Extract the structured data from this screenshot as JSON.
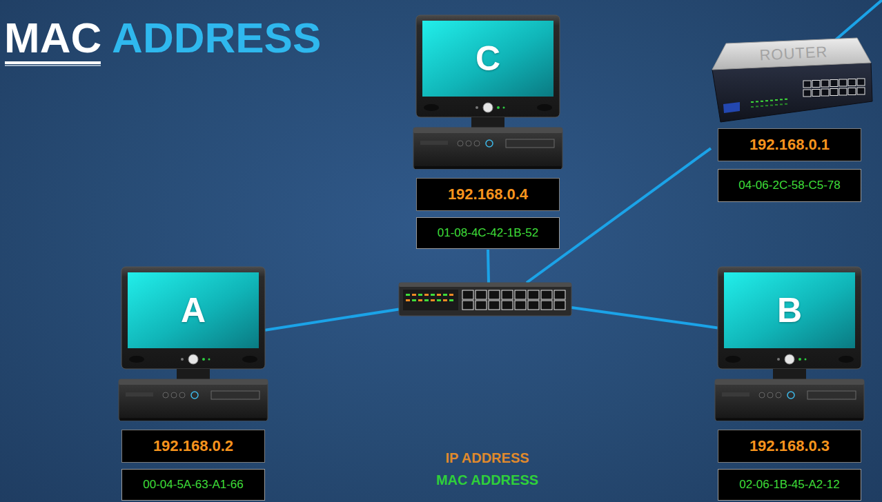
{
  "diagram": {
    "title": "MAC ADDRESS",
    "nodes": [
      {
        "text": [
          "C",
          "192.168.0.4",
          "01-08-4C-42-1B-52"
        ]
      },
      {
        "text": [
          "ROUTER",
          "192.168.0.1",
          "04-06-2C-58-C5-78"
        ]
      },
      {
        "text": []
      },
      {
        "text": [
          "A",
          "192.168.0.2",
          "00-04-5A-63-A1-66"
        ]
      },
      {
        "text": [
          "B",
          "192.168.0.3",
          "02-06-1B-45-A2-12"
        ]
      }
    ],
    "edges": [
      {
        "from": 2,
        "to": 0,
        "arrow": "none"
      },
      {
        "from": 2,
        "to": 1,
        "arrow": "none"
      },
      {
        "from": 2,
        "to": 3,
        "arrow": "none"
      },
      {
        "from": 2,
        "to": 4,
        "arrow": "none"
      }
    ],
    "legend": [
      {
        "text": "IP ADDRESS",
        "color": "#e08a2c"
      },
      {
        "text": "MAC ADDRESS",
        "color": "#2fcf3a"
      }
    ]
  }
}
